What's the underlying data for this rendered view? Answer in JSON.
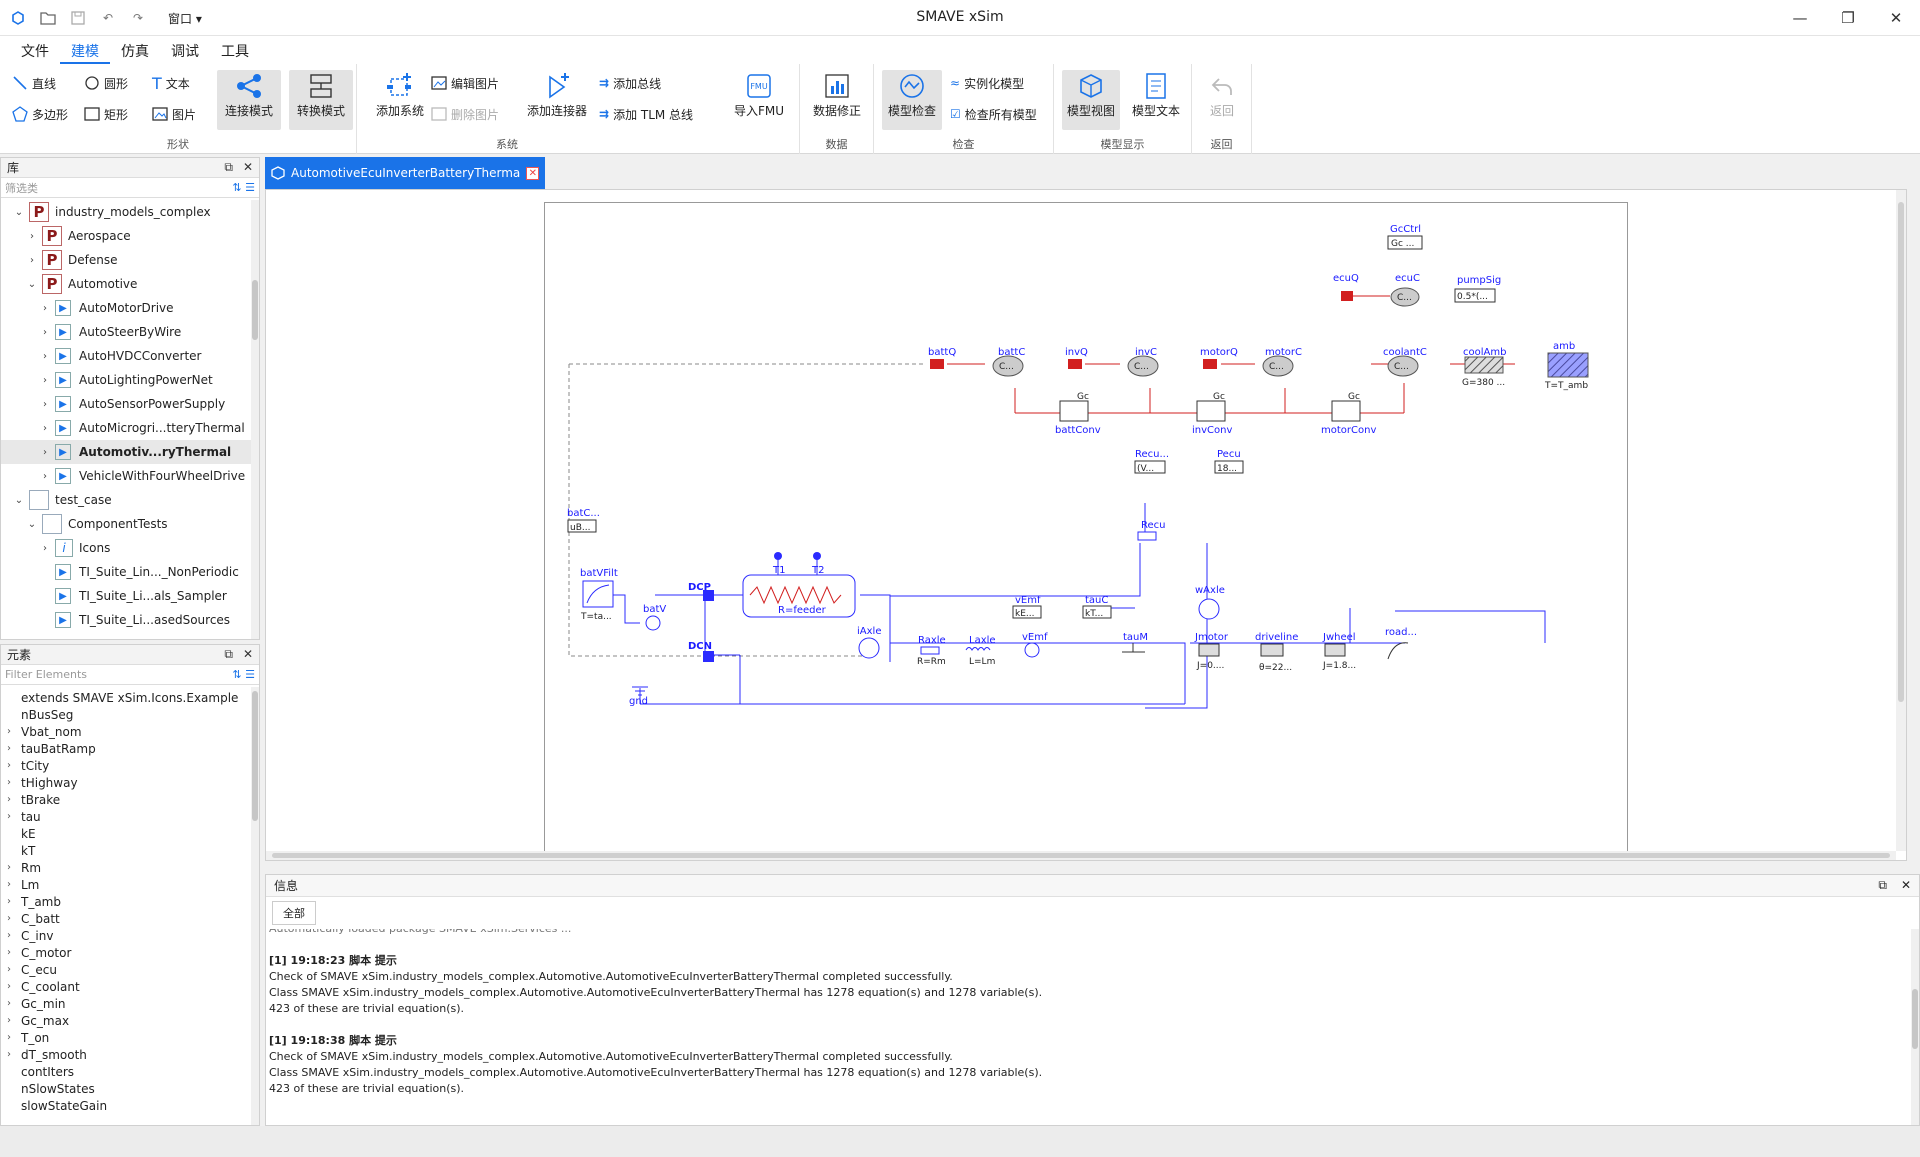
{
  "app": {
    "title": "SMAVE xSim",
    "window_menu": "窗口"
  },
  "menu": [
    "文件",
    "建模",
    "仿真",
    "调试",
    "工具"
  ],
  "ribbon": {
    "shape": {
      "label": "形状",
      "line": "直线",
      "circle": "圆形",
      "text": "文本",
      "polygon": "多边形",
      "rect": "矩形",
      "image": "图片",
      "connect": "连接模式",
      "transform": "转换模式"
    },
    "system": {
      "label": "系统",
      "add_system": "添加系统",
      "edit_image": "编辑图片",
      "delete_image": "删除图片",
      "add_connector": "添加连接器",
      "add_bus": "添加总线",
      "add_tlm": "添加 TLM 总线"
    },
    "fmu": {
      "import": "导入FMU"
    },
    "data": {
      "label": "数据",
      "fix": "数据修正"
    },
    "check": {
      "label": "检查",
      "model_check": "模型检查",
      "instantiate": "实例化模型",
      "check_all": "检查所有模型"
    },
    "display": {
      "label": "模型显示",
      "view": "模型视图",
      "text": "模型文本"
    },
    "back": {
      "label": "返回",
      "back": "返回"
    }
  },
  "library": {
    "title": "库",
    "filter": "筛选类",
    "items": [
      {
        "text": "industry_models_complex",
        "type": "P",
        "level": 0,
        "arrow": "v"
      },
      {
        "text": "Aerospace",
        "type": "P",
        "level": 1,
        "arrow": ">"
      },
      {
        "text": "Defense",
        "type": "P",
        "level": 1,
        "arrow": ">"
      },
      {
        "text": "Automotive",
        "type": "P",
        "level": 1,
        "arrow": "v"
      },
      {
        "text": "AutoMotorDrive",
        "type": "B",
        "level": 2,
        "arrow": ">"
      },
      {
        "text": "AutoSteerByWire",
        "type": "B",
        "level": 2,
        "arrow": ">"
      },
      {
        "text": "AutoHVDCConverter",
        "type": "B",
        "level": 2,
        "arrow": ">"
      },
      {
        "text": "AutoLightingPowerNet",
        "type": "B",
        "level": 2,
        "arrow": ">"
      },
      {
        "text": "AutoSensorPowerSupply",
        "type": "B",
        "level": 2,
        "arrow": ">"
      },
      {
        "text": "AutoMicrogri...tteryThermal",
        "type": "B",
        "level": 2,
        "arrow": ">"
      },
      {
        "text": "Automotiv...ryThermal",
        "type": "B",
        "level": 2,
        "arrow": ">",
        "bold": true
      },
      {
        "text": "VehicleWithFourWheelDrive",
        "type": "B",
        "level": 2,
        "arrow": ">"
      },
      {
        "text": "test_case",
        "type": "F",
        "level": 0,
        "arrow": "v"
      },
      {
        "text": "ComponentTests",
        "type": "F",
        "level": 1,
        "arrow": "v"
      },
      {
        "text": "Icons",
        "type": "I",
        "level": 2,
        "arrow": ">"
      },
      {
        "text": "TI_Suite_Lin..._NonPeriodic",
        "type": "B",
        "level": 2,
        "arrow": ""
      },
      {
        "text": "TI_Suite_Li...als_Sampler",
        "type": "B",
        "level": 2,
        "arrow": ""
      },
      {
        "text": "TI_Suite_Li...asedSources",
        "type": "B",
        "level": 2,
        "arrow": ""
      }
    ]
  },
  "elements": {
    "title": "元素",
    "filter": "Filter Elements",
    "items": [
      {
        "text": "extends SMAVE xSim.Icons.Example",
        "arrow": ""
      },
      {
        "text": "nBusSeg",
        "arrow": ""
      },
      {
        "text": "Vbat_nom",
        "arrow": ">"
      },
      {
        "text": "tauBatRamp",
        "arrow": ">"
      },
      {
        "text": "tCity",
        "arrow": ">"
      },
      {
        "text": "tHighway",
        "arrow": ">"
      },
      {
        "text": "tBrake",
        "arrow": ">"
      },
      {
        "text": "tau",
        "arrow": ">"
      },
      {
        "text": "kE",
        "arrow": ""
      },
      {
        "text": "kT",
        "arrow": ""
      },
      {
        "text": "Rm",
        "arrow": ">"
      },
      {
        "text": "Lm",
        "arrow": ">"
      },
      {
        "text": "T_amb",
        "arrow": ">"
      },
      {
        "text": "C_batt",
        "arrow": ">"
      },
      {
        "text": "C_inv",
        "arrow": ">"
      },
      {
        "text": "C_motor",
        "arrow": ">"
      },
      {
        "text": "C_ecu",
        "arrow": ">"
      },
      {
        "text": "C_coolant",
        "arrow": ">"
      },
      {
        "text": "Gc_min",
        "arrow": ">"
      },
      {
        "text": "Gc_max",
        "arrow": ">"
      },
      {
        "text": "T_on",
        "arrow": ">"
      },
      {
        "text": "dT_smooth",
        "arrow": ">"
      },
      {
        "text": "contIters",
        "arrow": ""
      },
      {
        "text": "nSlowStates",
        "arrow": ""
      },
      {
        "text": "slowStateGain",
        "arrow": ""
      }
    ]
  },
  "editor": {
    "tab": "AutomotiveEcuInverterBatteryTherma"
  },
  "diagram": {
    "GcCtrl": "GcCtrl",
    "GcCtrl_v": "Gc ...",
    "ecuQ": "ecuQ",
    "ecuC": "ecuC",
    "ecuC_v": "C...",
    "pumpSig": "pumpSig",
    "pumpSig_v": "0.5*(...",
    "battQ": "battQ",
    "battC": "battC",
    "invQ": "invQ",
    "invC": "invC",
    "motorQ": "motorQ",
    "motorC": "motorC",
    "coolantC": "coolantC",
    "coolAmb": "coolAmb",
    "coolAmb_v": "G=380 ...",
    "amb": "amb",
    "amb_v": "T=T_amb",
    "Cv": "C...",
    "Gc": "Gc",
    "battConv": "battConv",
    "invConv": "invConv",
    "motorConv": "motorConv",
    "Recu": "Recu...",
    "Recu_v": "(V...",
    "Pecu": "Pecu",
    "Pecu_v": "18...",
    "Recu2": "Recu",
    "batC": "batC...",
    "batC_v": "uB...",
    "batVFilt": "batVFilt",
    "batVFilt_v": "T=ta...",
    "batV": "batV",
    "DCP": "DCP",
    "DCN": "DCN",
    "T1": "T1",
    "T2": "T2",
    "Rfeeder": "R=feeder",
    "iAxle": "iAxle",
    "Raxle": "Raxle",
    "Raxle_v": "R=Rm",
    "Laxle": "Laxle",
    "Laxle_v": "L=Lm",
    "vEmf": "vEmf",
    "vEmf2": "vEmf",
    "kE": "kE...",
    "tauC": "tauC",
    "kT": "kT...",
    "tauM": "tauM",
    "wAxle": "wAxle",
    "Jmotor": "Jmotor",
    "Jmotor_v": "J=0....",
    "driveline": "driveline",
    "driveline_v": "θ=22...",
    "Jwheel": "Jwheel",
    "Jwheel_v": "J=1.8...",
    "road": "road...",
    "gnd": "gnd"
  },
  "info": {
    "title": "信息",
    "tab": "全部",
    "top_cut": "Automatically loaded package SMAVE xSim.Services ...",
    "entries": [
      {
        "head": "[1] 19:18:23 脚本 提示",
        "lines": [
          "Check of SMAVE xSim.industry_models_complex.Automotive.AutomotiveEcuInverterBatteryThermal completed successfully.",
          "Class SMAVE xSim.industry_models_complex.Automotive.AutomotiveEcuInverterBatteryThermal has 1278 equation(s) and 1278 variable(s).",
          "423 of these are trivial equation(s)."
        ]
      },
      {
        "head": "[1] 19:18:38 脚本 提示",
        "lines": [
          "Check of SMAVE xSim.industry_models_complex.Automotive.AutomotiveEcuInverterBatteryThermal completed successfully.",
          "Class SMAVE xSim.industry_models_complex.Automotive.AutomotiveEcuInverterBatteryThermal has 1278 equation(s) and 1278 variable(s).",
          "423 of these are trivial equation(s)."
        ]
      }
    ]
  },
  "colors": {
    "accent": "#1a73e8",
    "diagram_blue": "#2b2bff",
    "thermal_red": "#d21f1f"
  }
}
